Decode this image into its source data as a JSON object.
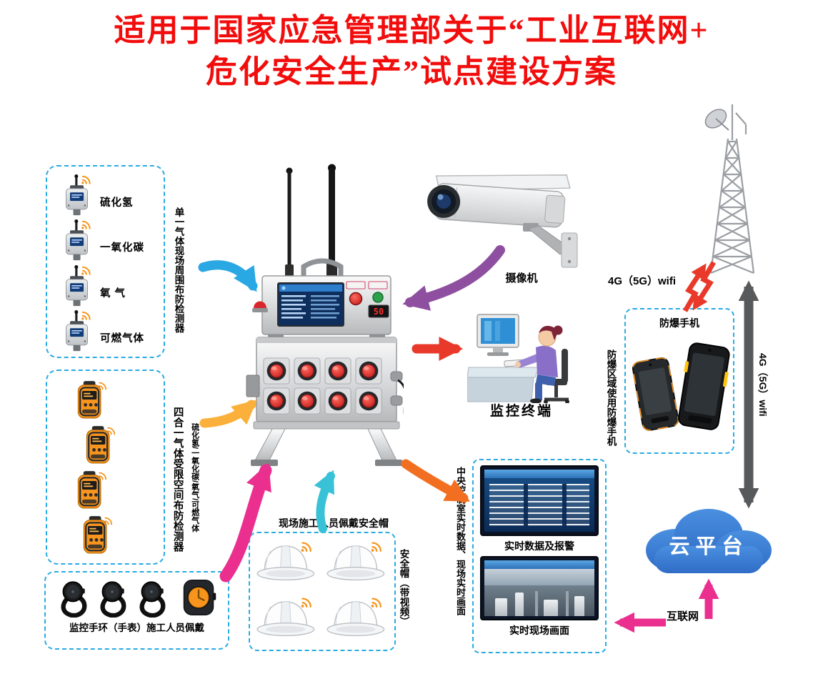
{
  "colors": {
    "title_red": "#f20d0d",
    "dashed_border": "#29abe2",
    "arrow_blue": "#29a8e3",
    "arrow_yellow": "#fbb03b",
    "arrow_purple": "#8e4fa0",
    "arrow_red": "#e8392a",
    "arrow_magenta": "#ea2f8e",
    "arrow_cyan": "#39c2d7",
    "arrow_orange": "#f26f21",
    "arrow_dark": "#58595b",
    "cloud_blue": "#3a7cd8",
    "device_orange": "#f7941d"
  },
  "title": {
    "line1": "适用于国家应急管理部关于“工业互联网+",
    "line2": "危化安全生产”试点建设方案"
  },
  "single_gas_group": {
    "side_label": "单一气体现场周围布防检测器",
    "items": [
      "硫化氢",
      "一氧化碳",
      "氧 气",
      "可燃气体"
    ]
  },
  "four_in_one_group": {
    "side_label_main": "四合一气体受限空间布防检测器",
    "side_label_gases": "硫化氢/一氧化碳/氧气/可燃气体"
  },
  "wearables": {
    "watch_label": "监控手环（手表）施工人员佩戴",
    "helmet_top_label": "现场施工人员佩戴安全帽",
    "helmet_side_label": "安全帽（带视频）"
  },
  "camera": {
    "label": "摄像机"
  },
  "terminal": {
    "label": "监控终端"
  },
  "control_room": {
    "side_label": "中央控制室实时数据、现场实时画面",
    "screen1_label": "实时数据及报警",
    "screen2_label": "实时现场画面"
  },
  "network": {
    "wifi_label": "4G（5G）wifi",
    "wifi_side_label": "4G（5G）wifi",
    "internet_label": "互联网",
    "cloud_label": "云平台"
  },
  "explosion_proof_phones": {
    "label": "防爆手机",
    "side_label": "防爆区域使用防爆手机"
  },
  "main_unit": {
    "display_value": "50"
  }
}
